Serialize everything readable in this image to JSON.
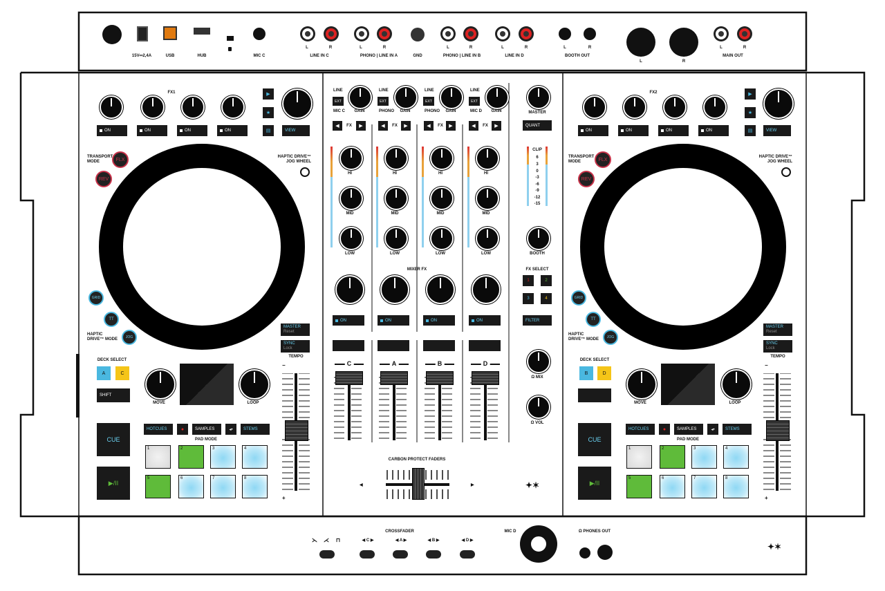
{
  "rear_panel": {
    "labels": {
      "power": "15V⎓2,4A",
      "usb": "USB",
      "hub": "HUB",
      "mic_c": "MIC C",
      "line_in_c": "LINE IN C",
      "phono_line_in_a": "PHONO | LINE IN A",
      "gnd": "GND",
      "phono_line_in_b": "PHONO | LINE IN B",
      "line_in_d": "LINE IN D",
      "booth_out": "BOOTH OUT",
      "main_out": "MAIN OUT",
      "l": "L",
      "r": "R"
    }
  },
  "deck_left": {
    "fx_label": "FX1",
    "on_labels": [
      "ON",
      "ON",
      "ON",
      "ON"
    ],
    "view_label": "VIEW",
    "transport_mode": "TRANSPORT MODE",
    "flx": "FLX",
    "rev": "REV",
    "haptic_drive_jog": "HAPTIC DRIVE™ JOG WHEEL",
    "grid": "GRID",
    "tt": "TT",
    "jog": "JOG",
    "haptic_drive_mode": "HAPTIC DRIVE™ MODE",
    "master": "MASTER",
    "master_sub": "Reset",
    "sync": "SYNC",
    "sync_sub": "Lock",
    "tempo": "TEMPO",
    "deck_select": "DECK SELECT",
    "deck_a": "A",
    "deck_b": "C",
    "shift": "SHIFT",
    "move": "MOVE",
    "loop": "LOOP",
    "cue": "CUE",
    "play": "▶/II",
    "hotcues": "HOTCUES",
    "samples": "SAMPLES",
    "stems": "STEMS",
    "pad_mode": "PAD MODE",
    "pads": [
      "1",
      "2",
      "3",
      "4",
      "5",
      "6",
      "7",
      "8"
    ],
    "minus": "−",
    "plus": "+"
  },
  "deck_right": {
    "fx_label": "FX2",
    "on_labels": [
      "ON",
      "ON",
      "ON",
      "ON"
    ],
    "view_label": "VIEW",
    "transport_mode": "TRANSPORT MODE",
    "flx": "FLX",
    "rev": "REV",
    "haptic_drive_jog": "HAPTIC DRIVE™ JOG WHEEL",
    "grid": "GRID",
    "tt": "TT",
    "jog": "JOG",
    "haptic_drive_mode": "HAPTIC DRIVE™ MODE",
    "master": "MASTER",
    "master_sub": "Reset",
    "sync": "SYNC",
    "sync_sub": "Lock",
    "tempo": "TEMPO",
    "deck_select": "DECK SELECT",
    "deck_a": "B",
    "deck_b": "D",
    "move": "MOVE",
    "loop": "LOOP",
    "cue": "CUE",
    "play": "▶/II",
    "hotcues": "HOTCUES",
    "samples": "SAMPLES",
    "stems": "STEMS",
    "pad_mode": "PAD MODE",
    "pads": [
      "1",
      "2",
      "3",
      "4",
      "5",
      "6",
      "7",
      "8"
    ],
    "minus": "−",
    "plus": "+"
  },
  "mixer": {
    "channels": [
      {
        "src_top": "LINE",
        "src_bottom": "MIC C",
        "ext": "EXT",
        "gain": "GAIN",
        "fx": "FX",
        "hi": "HI",
        "mid": "MID",
        "low": "LOW",
        "on": "ON",
        "letter": "C"
      },
      {
        "src_top": "LINE",
        "src_bottom": "PHONO",
        "ext": "EXT",
        "gain": "GAIN",
        "fx": "FX",
        "hi": "HI",
        "mid": "MID",
        "low": "LOW",
        "on": "ON",
        "letter": "A"
      },
      {
        "src_top": "LINE",
        "src_bottom": "PHONO",
        "ext": "EXT",
        "gain": "GAIN",
        "fx": "FX",
        "hi": "HI",
        "mid": "MID",
        "low": "LOW",
        "on": "ON",
        "letter": "B"
      },
      {
        "src_top": "LINE",
        "src_bottom": "MIC D",
        "ext": "EXT",
        "gain": "GAIN",
        "fx": "FX",
        "hi": "HI",
        "mid": "MID",
        "low": "LOW",
        "on": "ON",
        "letter": "D"
      }
    ],
    "master": "MASTER",
    "quant": "QUANT",
    "meter_labels": [
      "CLIP",
      "6",
      "3",
      "0",
      "-3",
      "-6",
      "-9",
      "-12",
      "-15"
    ],
    "booth": "BOOTH",
    "mixer_fx": "MIXER FX",
    "fx_select": "FX SELECT",
    "fx_select_buttons": [
      "1",
      "2",
      "3",
      "4"
    ],
    "filter": "FILTER",
    "cue_mix": "Ω MIX",
    "cue_vol": "Ω VOL",
    "carbon": "CARBON PROTECT FADERS",
    "left_arrow": "◀",
    "right_arrow": "▶"
  },
  "front_panel": {
    "crossfader": "CROSSFADER",
    "curve_labels": [
      "⋋",
      "⋌",
      "⊓"
    ],
    "assign_labels": [
      "◀ C ▶",
      "◀ A ▶",
      "◀ B ▶",
      "◀ D ▶"
    ],
    "mic_d": "MIC D",
    "phones_out": "Ω PHONES OUT"
  },
  "colors": {
    "deck_blue": "#4ab8e0",
    "deck_yellow": "#f5c518",
    "pad_green": "#5fbb3a",
    "pad_blue": "#8fd8f4",
    "rev_red": "#c8334a"
  }
}
